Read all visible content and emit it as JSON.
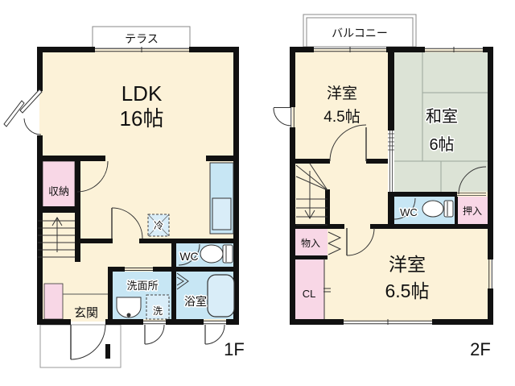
{
  "colors": {
    "wall": "#111111",
    "room_cream": "#fcf2d8",
    "wet_blue": "#c7e6f4",
    "closet_pink": "#f8d7e6",
    "tatami_green": "#dce3d6",
    "fixture_blue": "#d9edf8"
  },
  "floor1": {
    "label": "1F",
    "terrace": "テラス",
    "ldk_name": "LDK",
    "ldk_size": "16帖",
    "storage": "収納",
    "fridge": "冷",
    "wc": "WC",
    "washroom": "洗面所",
    "laundry": "洗",
    "bath": "浴室",
    "entrance": "玄関"
  },
  "floor2": {
    "label": "2F",
    "balcony": "バルコニー",
    "west1_name": "洋室",
    "west1_size": "4.5帖",
    "washitsu_name": "和室",
    "washitsu_size": "6帖",
    "wc": "WC",
    "oshiire": "押入",
    "monoire": "物入",
    "closet": "CL",
    "west2_name": "洋室",
    "west2_size": "6.5帖"
  }
}
